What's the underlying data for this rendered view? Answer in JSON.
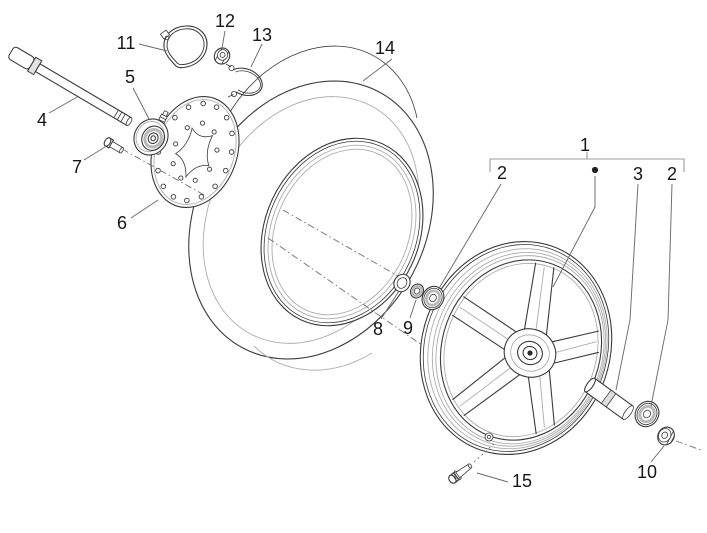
{
  "colors": {
    "background": "#ffffff",
    "line": "#3b3b3b",
    "light_line": "#adadad",
    "leader": "#6b6b6b",
    "label": "#161616"
  },
  "callouts": {
    "assembly": "1",
    "bearing_left": "2",
    "spacer_tube": "3",
    "bearing_right": "2",
    "axle": "4",
    "speedometer_drive": "5",
    "brake_disc": "6",
    "disc_screw": "7",
    "seal_washer": "8",
    "spacer": "9",
    "axle_nut": "10",
    "retaining_ring": "11",
    "lock_nut": "12",
    "circlip": "13",
    "tyre": "14",
    "tyre_valve": "15"
  }
}
